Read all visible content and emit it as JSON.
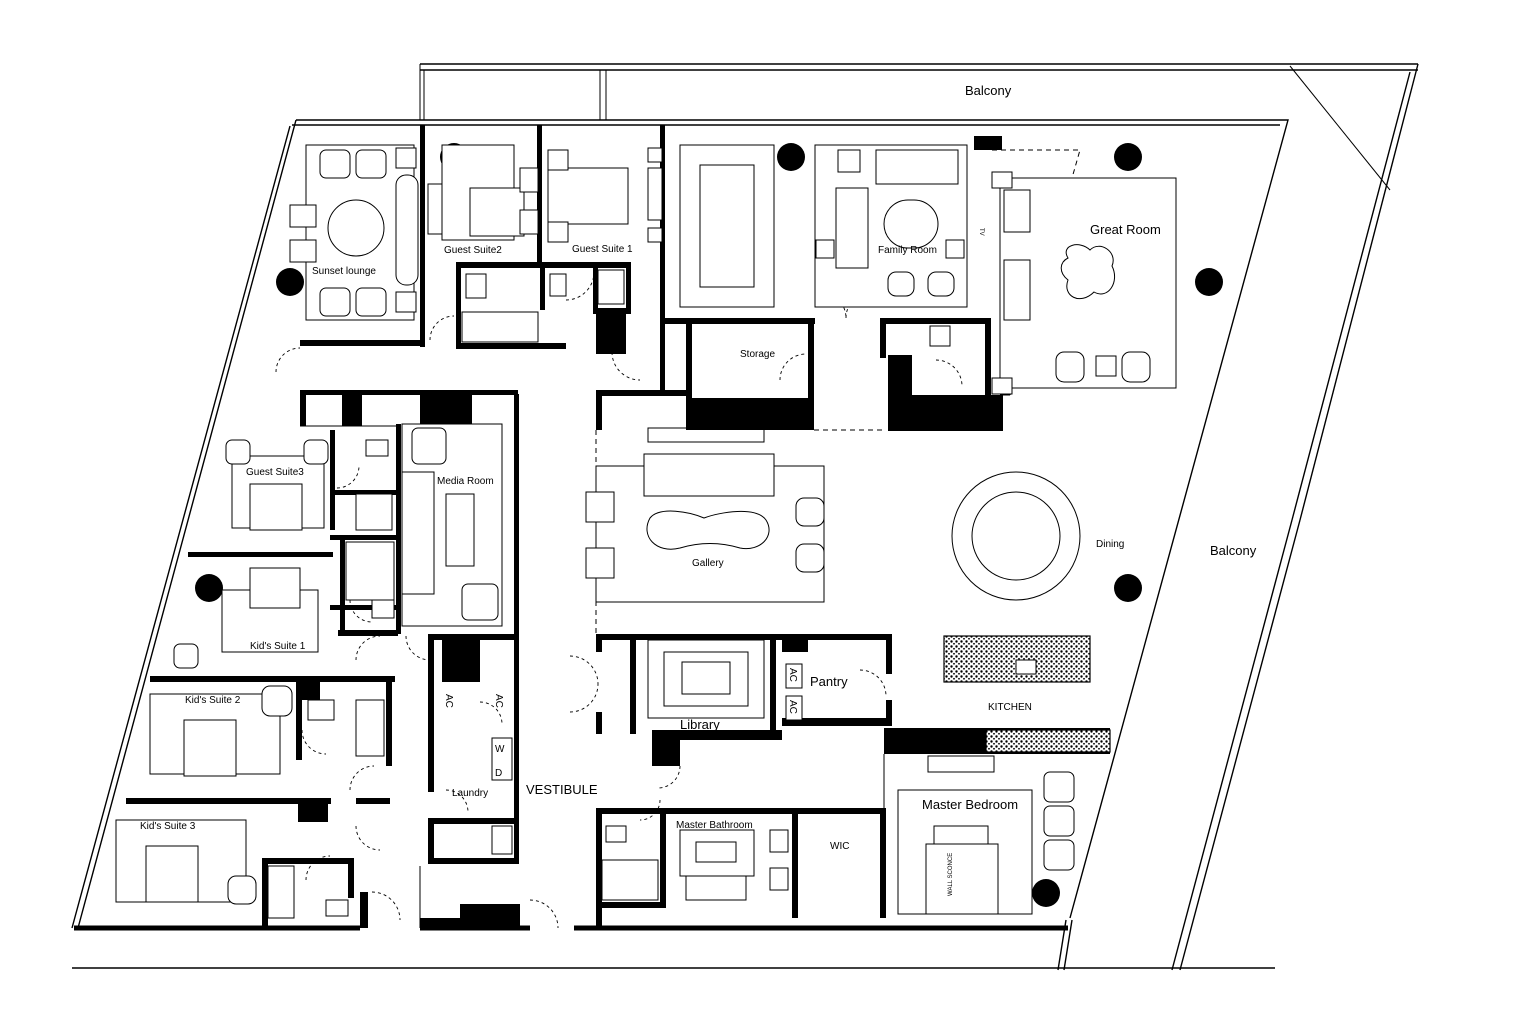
{
  "plan": {
    "balcony_top": "Balcony",
    "balcony_right": "Balcony",
    "rooms": {
      "sunset_lounge": "Sunset lounge",
      "guest_suite_2": "Guest Suite2",
      "guest_suite_1": "Guest Suite 1",
      "family_room": "Family Room",
      "great_room": "Great Room",
      "storage": "Storage",
      "guest_suite_3": "Guest Suite3",
      "media_room": "Media Room",
      "gallery": "Gallery",
      "dining": "Dining",
      "kids_suite_1": "Kid's Suite 1",
      "kids_suite_2": "Kid's Suite 2",
      "kids_suite_3": "Kid's Suite 3",
      "library": "Library",
      "pantry": "Pantry",
      "kitchen": "KITCHEN",
      "laundry": "Laundry",
      "vestibule": "VESTIBULE",
      "master_bathroom": "Master Bathroom",
      "wic": "WIC",
      "master_bedroom": "Master Bedroom"
    },
    "fixtures": {
      "ac_1": "AC",
      "ac_2": "AC",
      "ac_3": "AC",
      "ac_4": "AC",
      "washer": "W",
      "dryer": "D",
      "tv": "TV",
      "wall_sconce": "WALL SCONCE"
    }
  }
}
